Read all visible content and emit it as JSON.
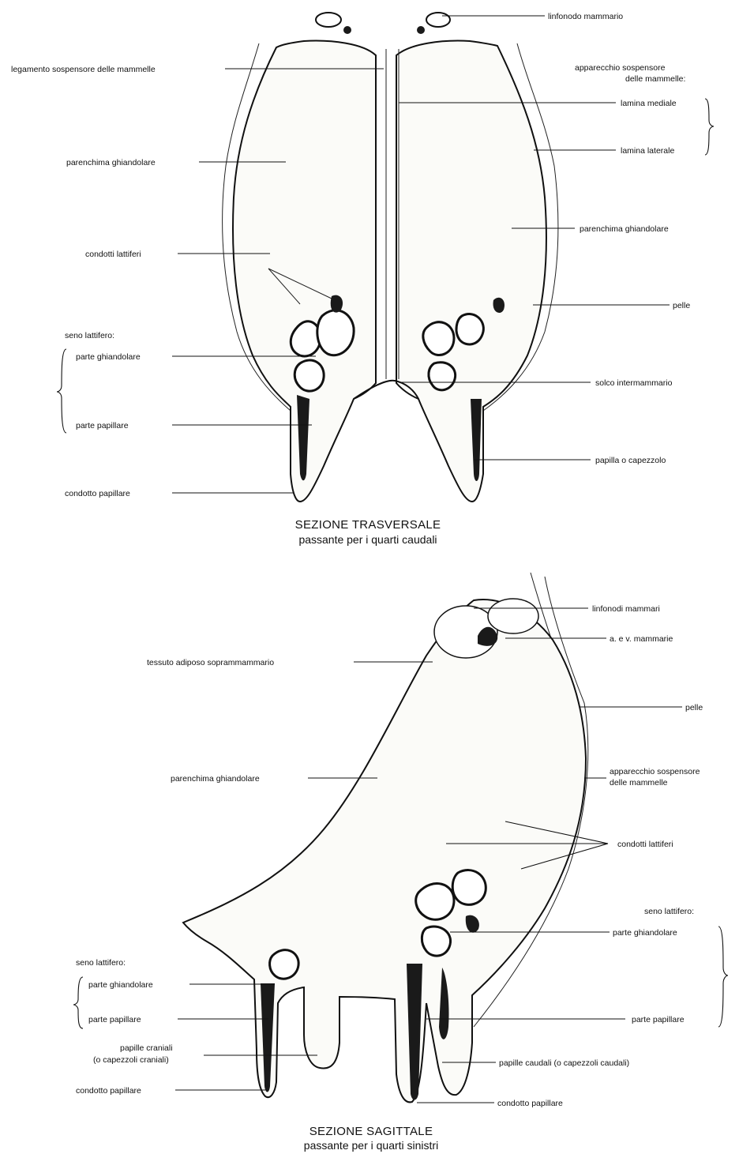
{
  "top": {
    "labels": {
      "linfonodo_mammario": "linfonodo mammario",
      "legamento": "legamento sospensore delle mammelle",
      "apparecchio_1": "apparecchio sospensore",
      "apparecchio_2": "delle mammelle:",
      "lamina_mediale": "lamina mediale",
      "lamina_laterale": "lamina laterale",
      "parenchima_left": "parenchima ghiandolare",
      "parenchima_right": "parenchima ghiandolare",
      "condotti_lattiferi": "condotti lattiferi",
      "pelle": "pelle",
      "seno_lattifero": "seno lattifero:",
      "parte_ghiandolare": "parte ghiandolare",
      "solco": "solco intermammario",
      "parte_papillare": "parte papillare",
      "papilla": "papilla o capezzolo",
      "condotto_papillare": "condotto papillare"
    },
    "caption_title": "SEZIONE TRASVERSALE",
    "caption_sub": "passante per i quarti caudali"
  },
  "bottom": {
    "labels": {
      "linfonodi": "linfonodi mammari",
      "av_mammarie": "a. e v. mammarie",
      "tessuto": "tessuto adiposo soprammammario",
      "pelle": "pelle",
      "parenchima": "parenchima ghiandolare",
      "apparecchio_1": "apparecchio sospensore",
      "apparecchio_2": "delle mammelle",
      "condotti": "condotti lattiferi",
      "seno_right": "seno lattifero:",
      "parte_ghiandolare_right": "parte ghiandolare",
      "seno_left": "seno lattifero:",
      "parte_ghiandolare_left": "parte ghiandolare",
      "parte_papillare_left": "parte papillare",
      "parte_papillare_right": "parte papillare",
      "papille_craniali_1": "papille craniali",
      "papille_craniali_2": "(o capezzoli craniali)",
      "papille_caudali": "papille caudali (o capezzoli caudali)",
      "condotto_left": "condotto papillare",
      "condotto_right": "condotto papillare"
    },
    "caption_title": "SEZIONE SAGITTALE",
    "caption_sub": "passante per i quarti sinistri"
  }
}
